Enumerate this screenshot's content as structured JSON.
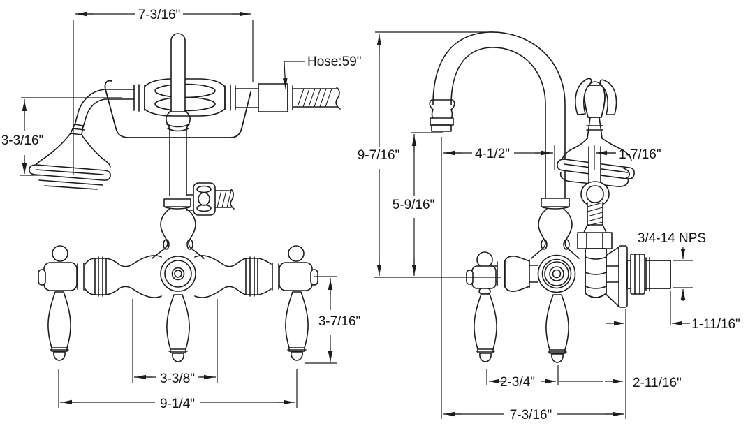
{
  "drawing": {
    "type": "technical dimensional line drawing",
    "subject": "clawfoot tub faucet with gooseneck spout and hand shower, front and side views",
    "colors": {
      "line": "#1c1c1c",
      "background": "#ffffff"
    }
  },
  "front_view": {
    "name": "front view",
    "dims": {
      "top_width": "7-3/16\"",
      "hose_length": "Hose:59\"",
      "head_drop": "3-3/16\"",
      "handle_drop": "3-7/16\"",
      "coupler_spacing": "3-3/8\"",
      "overall_width": "9-1/4\""
    }
  },
  "side_view": {
    "name": "side view",
    "dims": {
      "overall_height": "9-7/16\"",
      "outlet_height": "5-9/16\"",
      "spout_reach": "4-1/2\"",
      "cradle_offset": "1-7/16\"",
      "thread_spec": "3/4-14 NPS",
      "nipple_length": "1-11/16\"",
      "lever_offset": "2-3/4\"",
      "wall_offset": "2-11/16\"",
      "overall_depth": "7-3/16\""
    }
  }
}
